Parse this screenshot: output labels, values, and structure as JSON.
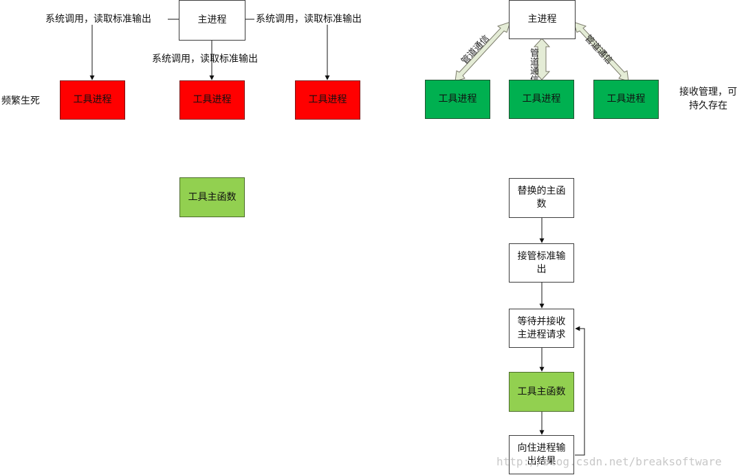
{
  "left": {
    "main_process": "主进程",
    "syscall_left": "系统调用，读取标准输出",
    "syscall_mid": "系统调用，读取标准输出",
    "syscall_right": "系统调用，读取标准输出",
    "tool_process_1": "工具进程",
    "tool_process_2": "工具进程",
    "tool_process_3": "工具进程",
    "frequent_note": "频繁生死",
    "tool_main_func": "工具主函数"
  },
  "right": {
    "main_process": "主进程",
    "pipe_left": "管道通信",
    "pipe_mid": "管道通信",
    "pipe_right": "管道通信",
    "tool_process_1": "工具进程",
    "tool_process_2": "工具进程",
    "tool_process_3": "工具进程",
    "managed_note": "接收管理，可持久存在"
  },
  "flow": {
    "step1": "替换的主函数",
    "step2": "接管标准输出",
    "step3": "等待并接收主进程请求",
    "step4": "工具主函数",
    "step5": "向住进程输出结果"
  },
  "watermark": "http://blog.csdn.net/breaksoftware",
  "colors": {
    "red": "#ff0000",
    "dark_green": "#00b050",
    "light_green": "#92d050",
    "arrow_fill": "#e4ecd6"
  }
}
